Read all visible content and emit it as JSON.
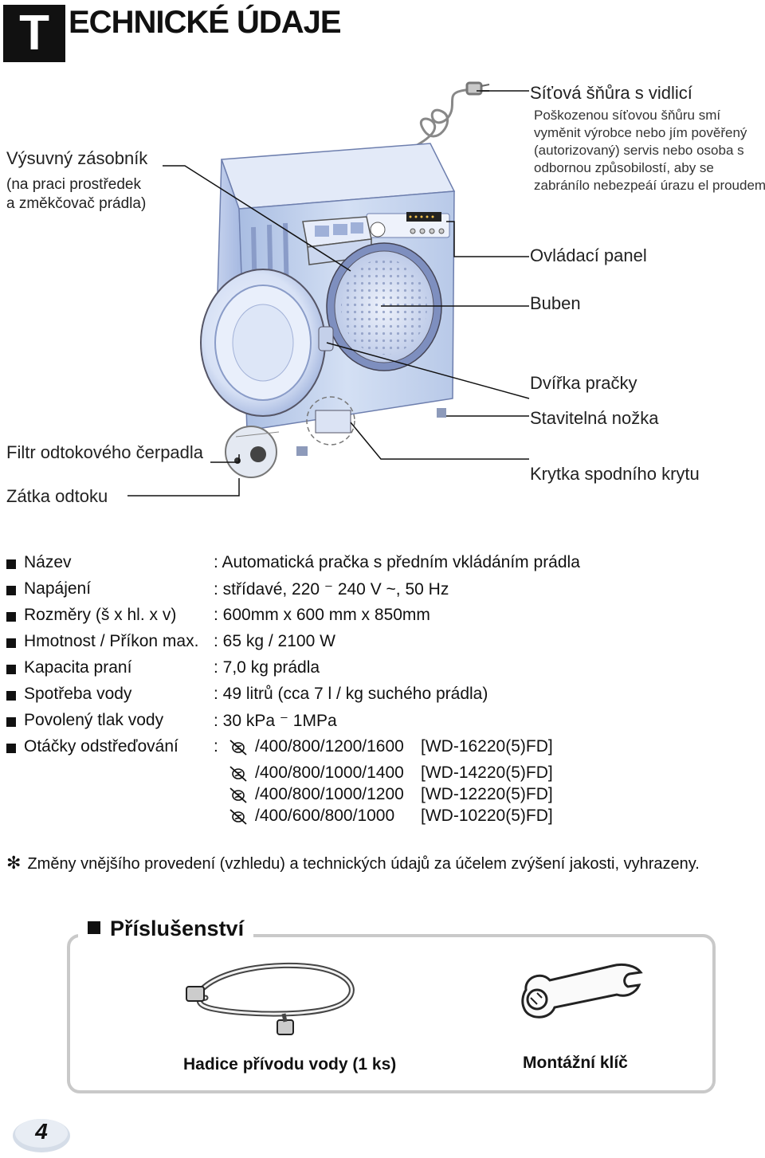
{
  "header": {
    "initial": "T",
    "title": "ECHNICKÉ ÚDAJE"
  },
  "callouts": {
    "power_cord": "Síťová šňůra s vidlicí",
    "power_cord_note": [
      "Poškozenou síťovou šňůru smí",
      "vyměnit výrobce nebo jím pověřený",
      "(autorizovaný) servis nebo osoba s",
      "odbornou způsobilostí, aby se",
      "zabránílo nebezpeáí úrazu el proudem."
    ],
    "drawer": "Výsuvný zásobník",
    "drawer_sub": [
      "(na praci prostředek",
      "a změkčovač prádla)"
    ],
    "control_panel": "Ovládací panel",
    "drum": "Buben",
    "door": "Dvířka pračky",
    "foot": "Stavitelná nožka",
    "pump_filter": "Filtr odtokového čerpadla",
    "drain_plug": "Zátka odtoku",
    "lower_cover": "Krytka spodního krytu"
  },
  "specs": [
    {
      "key": "Název",
      "value": ": Automatická pračka s předním vkládáním prádla"
    },
    {
      "key": "Napájení",
      "value": ": střídavé, 220 ⁻ 240 V ~, 50 Hz"
    },
    {
      "key": "Rozměry (š x hl. x v)",
      "value": ": 600mm x 600 mm x 850mm"
    },
    {
      "key": "Hmotnost / Příkon max.",
      "value": ": 65 kg / 2100 W"
    },
    {
      "key": "Kapacita praní",
      "value": ": 7,0 kg prádla"
    },
    {
      "key": "Spotřeba vody",
      "value": ": 49 litrů (cca 7 l / kg suchého prádla)"
    },
    {
      "key": "Povolený tlak vody",
      "value": ": 30 kPa ⁻ 1MPa"
    },
    {
      "key": "Otáčky odstřeďování",
      "value": ":"
    }
  ],
  "spin_speeds": [
    {
      "speeds": "/400/800/1200/1600",
      "model": "[WD-16220(5)FD]"
    },
    {
      "speeds": "/400/800/1000/1400",
      "model": "[WD-14220(5)FD]"
    },
    {
      "speeds": "/400/800/1000/1200",
      "model": "[WD-12220(5)FD]"
    },
    {
      "speeds": "/400/600/800/1000",
      "model": "[WD-10220(5)FD]"
    }
  ],
  "note": {
    "symbol": "✻",
    "text": "Změny vnějšího provedení (vzhledu) a technických údajů za účelem zvýšení jakosti, vyhrazeny."
  },
  "accessories": {
    "title": "Příslušenství",
    "items": [
      {
        "label": "Hadice přívodu vody (1 ks)",
        "icon": "hose-icon"
      },
      {
        "label": "Montážní klíč",
        "icon": "wrench-icon"
      }
    ]
  },
  "page_number": "4"
}
